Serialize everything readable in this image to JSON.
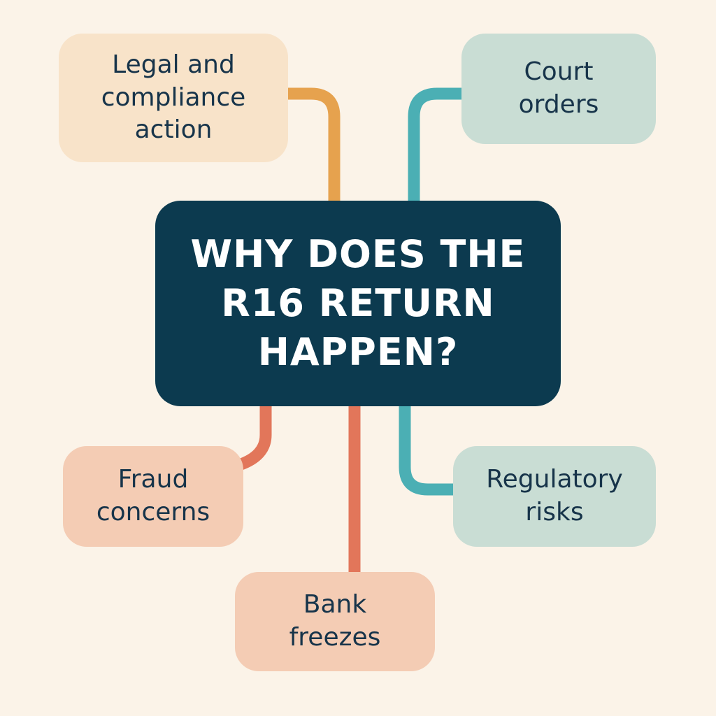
{
  "diagram": {
    "center": {
      "label": "WHY DOES THE R16 RETURN HAPPEN?",
      "lines": [
        "WHY DOES THE",
        "R16 RETURN",
        "HAPPEN?"
      ],
      "color": "#0C3A4F"
    },
    "nodes": [
      {
        "id": "legal",
        "lines": [
          "Legal and",
          "compliance",
          "action"
        ],
        "fill": "#F8E3C9",
        "connector": "#E6A24E"
      },
      {
        "id": "court",
        "lines": [
          "Court",
          "orders"
        ],
        "fill": "#C9DDD4",
        "connector": "#4BAFB4"
      },
      {
        "id": "fraud",
        "lines": [
          "Fraud",
          "concerns"
        ],
        "fill": "#F4CCB4",
        "connector": "#E2765A"
      },
      {
        "id": "bank",
        "lines": [
          "Bank",
          "freezes"
        ],
        "fill": "#F4CCB4",
        "connector": "#E2765A"
      },
      {
        "id": "regulatory",
        "lines": [
          "Regulatory",
          "risks"
        ],
        "fill": "#C9DDD4",
        "connector": "#4BAFB4"
      }
    ]
  }
}
